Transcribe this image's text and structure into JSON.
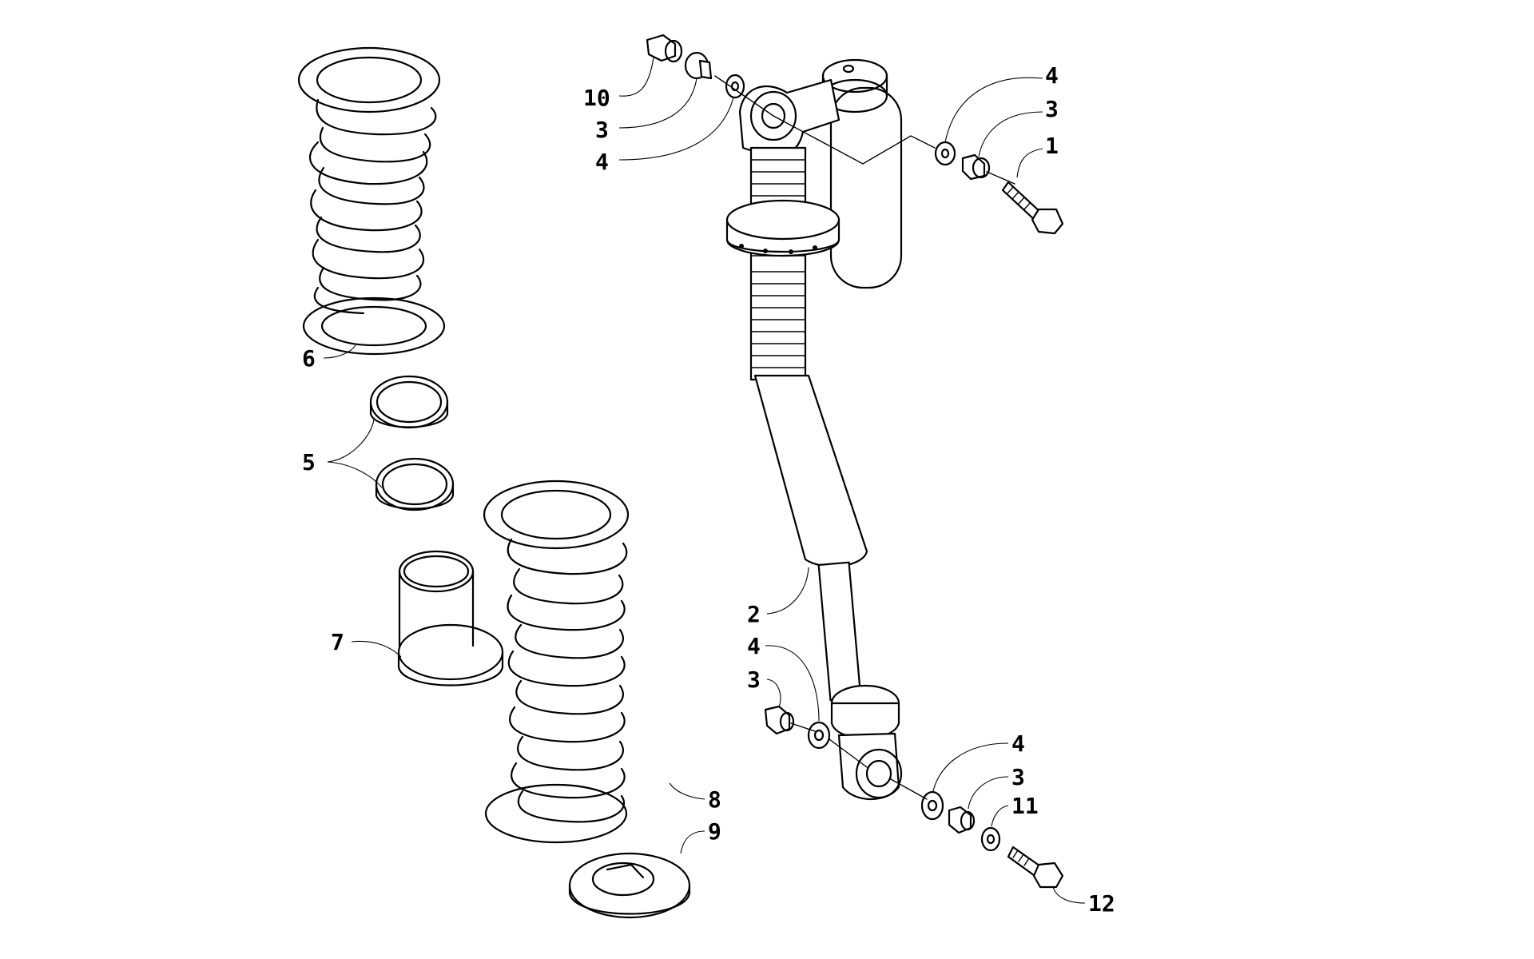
{
  "callouts": [
    {
      "label": "10"
    },
    {
      "label": "3"
    },
    {
      "label": "4"
    },
    {
      "label": "4"
    },
    {
      "label": "3"
    },
    {
      "label": "1"
    },
    {
      "label": "6"
    },
    {
      "label": "5"
    },
    {
      "label": "7"
    },
    {
      "label": "2"
    },
    {
      "label": "4"
    },
    {
      "label": "3"
    },
    {
      "label": "8"
    },
    {
      "label": "9"
    },
    {
      "label": "4"
    },
    {
      "label": "3"
    },
    {
      "label": "11"
    },
    {
      "label": "12"
    }
  ]
}
